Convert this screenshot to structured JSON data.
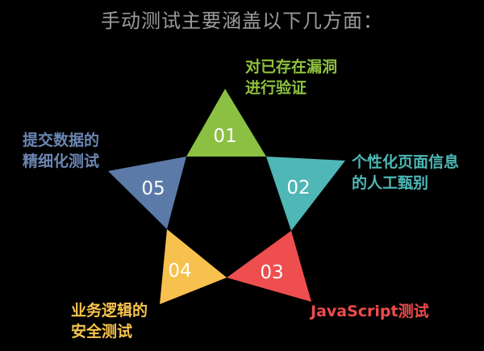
{
  "title": "手动测试主要涵盖以下几方面：",
  "items": [
    {
      "num": "01",
      "line1": "对已存在漏洞",
      "line2": "进行验证",
      "color": "#8bc043"
    },
    {
      "num": "02",
      "line1": "个性化页面信息",
      "line2": "的人工甄别",
      "color": "#4fb7b5"
    },
    {
      "num": "03",
      "line1": "JavaScript测试",
      "line2": "",
      "color": "#ee4e4e"
    },
    {
      "num": "04",
      "line1": "业务逻辑的",
      "line2": "安全测试",
      "color": "#f7c14e"
    },
    {
      "num": "05",
      "line1": "提交数据的",
      "line2": "精细化测试",
      "color": "#5b7aa8"
    }
  ]
}
